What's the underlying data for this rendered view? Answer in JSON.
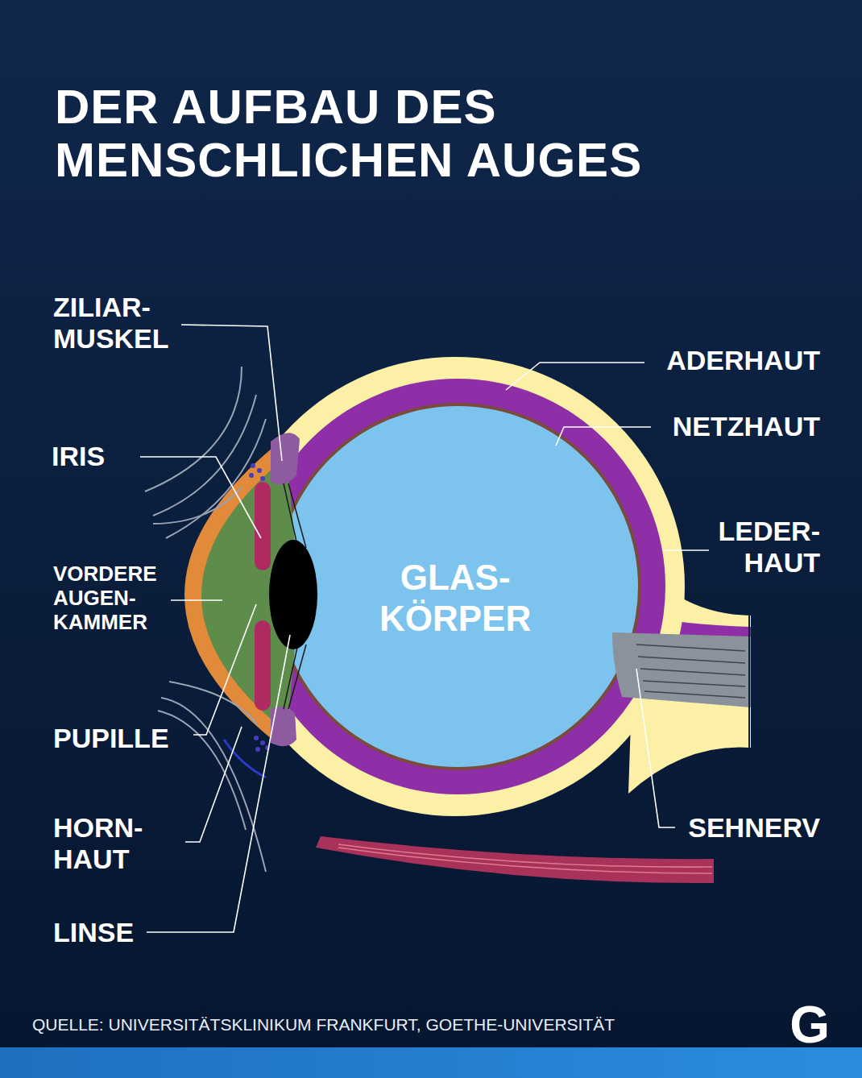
{
  "diagram": {
    "title": "DER AUFBAU DES MENSCHLICHEN AUGES",
    "caption": "QUELLE: UNIVERSITÄTSKLINIKUM FRANKFURT, GOETHE-UNIVERSITÄT",
    "labels": [
      "ZILIAR- MUSKEL",
      "ADERHAUT",
      "NETZHAUT",
      "IRIS",
      "LEDER- HAUT",
      "VORDERE AUGEN- KAMMER",
      "GLAS- KÖRPER",
      "PUPILLE",
      "SEHNERV",
      "HORN- HAUT",
      "LINSE",
      "G"
    ]
  }
}
